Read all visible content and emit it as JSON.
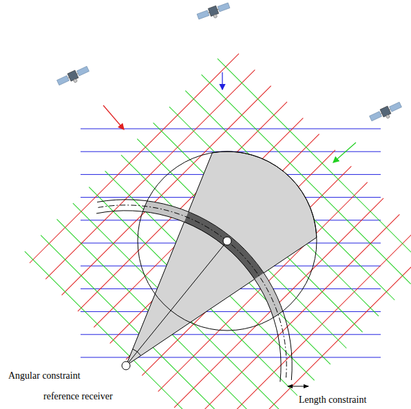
{
  "diagram": {
    "labels": [
      "Angular constraint",
      "reference receiver",
      "Length constraint"
    ]
  }
}
